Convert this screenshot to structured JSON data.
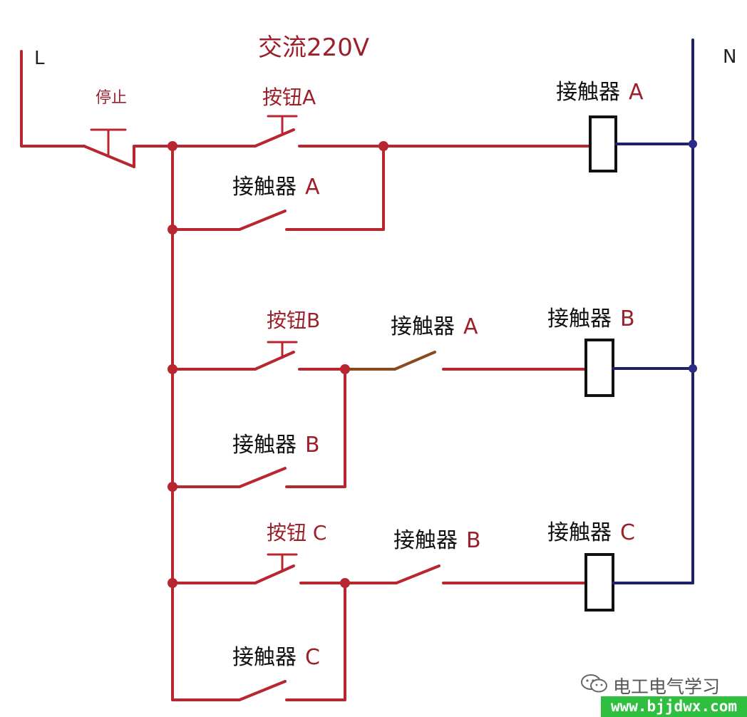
{
  "title": "交流220V",
  "rails": {
    "line": "L",
    "neutral": "N"
  },
  "stop_button": "停止",
  "branches": [
    {
      "button": "按钮A",
      "seal_contact": {
        "name": "接触器",
        "letter": "A"
      },
      "interlock": null,
      "coil": {
        "name": "接触器",
        "letter": "A"
      }
    },
    {
      "button": "按钮B",
      "seal_contact": {
        "name": "接触器",
        "letter": "B"
      },
      "interlock": {
        "name": "接触器",
        "letter": "A"
      },
      "coil": {
        "name": "接触器",
        "letter": "B"
      }
    },
    {
      "button": "按钮 C",
      "seal_contact": {
        "name": "接触器",
        "letter": "C"
      },
      "interlock": {
        "name": "接触器",
        "letter": "B"
      },
      "coil": {
        "name": "接触器",
        "letter": "C"
      }
    }
  ],
  "watermark": {
    "account": "电工电气学习",
    "site": "www.bjjdwx.com",
    "icon": "wechat-icon"
  },
  "colors": {
    "line_wire": "#b8262f",
    "neutral_wire": "#1f2366",
    "text_red": "#9c1f2a",
    "coil_border": "#111111",
    "site_badge": "#2fbf3f"
  }
}
